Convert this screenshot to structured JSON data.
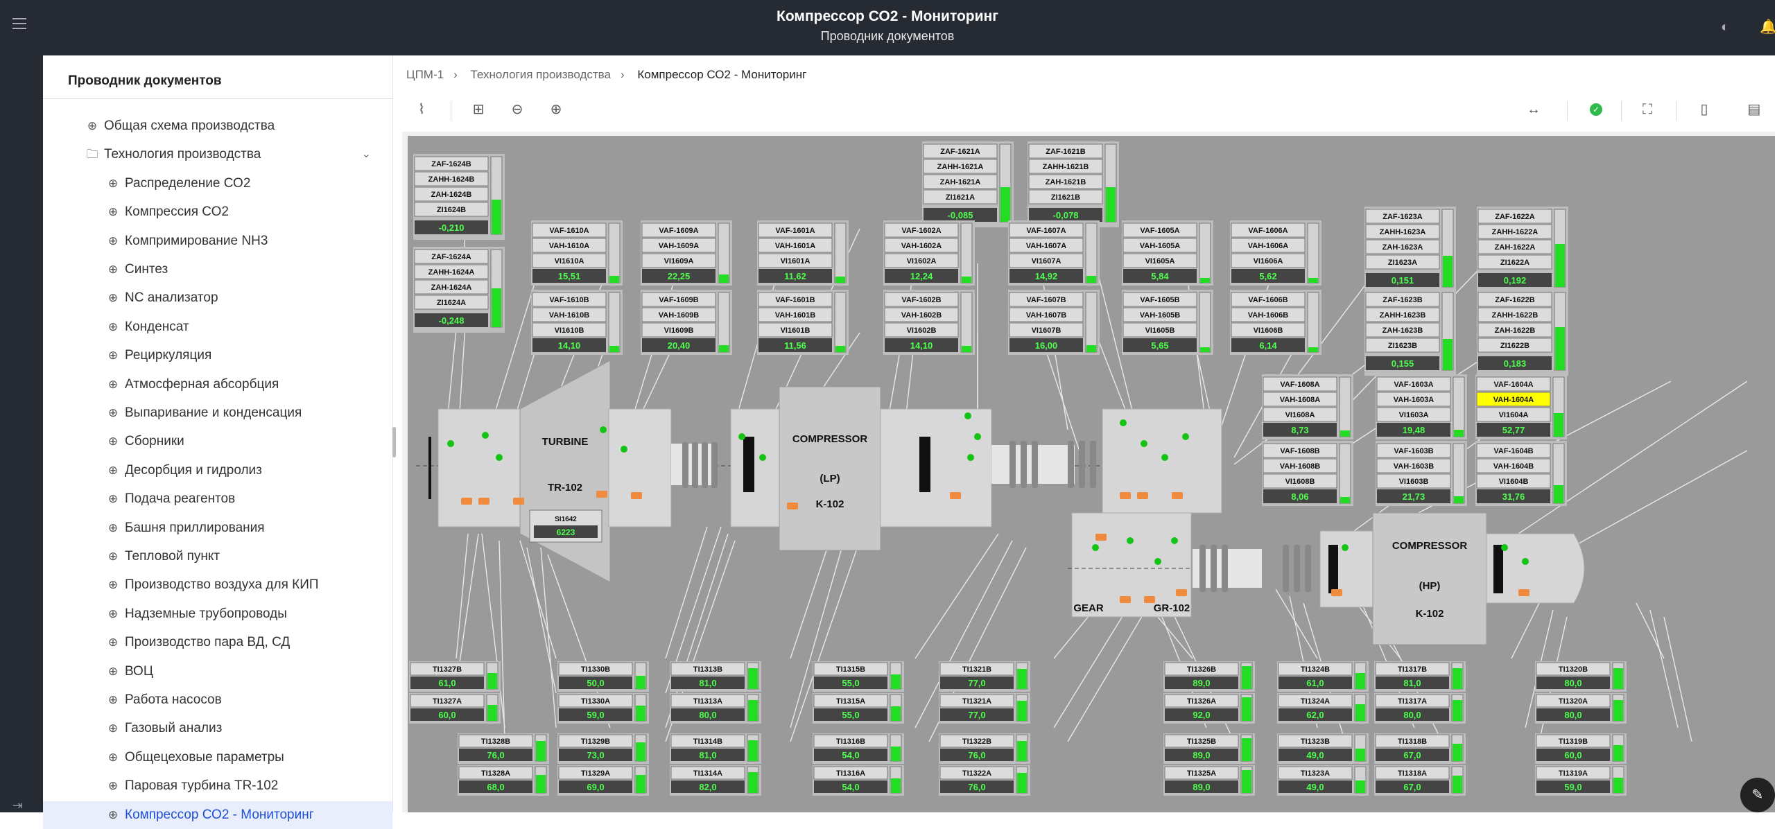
{
  "header": {
    "title": "Компрессор СО2 - Мониторинг",
    "subtitle": "Проводник документов"
  },
  "sidebar": {
    "title": "Проводник документов",
    "items": [
      {
        "label": "Общая схема производства",
        "level": 1,
        "icon": "globe-icon"
      },
      {
        "label": "Технология производства",
        "level": 1,
        "icon": "folder-icon",
        "expanded": true
      },
      {
        "label": "Распределение СО2",
        "level": 2,
        "icon": "globe-icon"
      },
      {
        "label": "Компрессия СО2",
        "level": 2,
        "icon": "globe-icon"
      },
      {
        "label": "Компримирование NH3",
        "level": 2,
        "icon": "globe-icon"
      },
      {
        "label": "Синтез",
        "level": 2,
        "icon": "globe-icon"
      },
      {
        "label": "NC анализатор",
        "level": 2,
        "icon": "globe-icon"
      },
      {
        "label": "Конденсат",
        "level": 2,
        "icon": "globe-icon"
      },
      {
        "label": "Рециркуляция",
        "level": 2,
        "icon": "globe-icon"
      },
      {
        "label": "Атмосферная абсорбция",
        "level": 2,
        "icon": "globe-icon"
      },
      {
        "label": "Выпаривание и конденсация",
        "level": 2,
        "icon": "globe-icon"
      },
      {
        "label": "Сборники",
        "level": 2,
        "icon": "globe-icon"
      },
      {
        "label": "Десорбция и гидролиз",
        "level": 2,
        "icon": "globe-icon"
      },
      {
        "label": "Подача реагентов",
        "level": 2,
        "icon": "globe-icon"
      },
      {
        "label": "Башня приллирования",
        "level": 2,
        "icon": "globe-icon"
      },
      {
        "label": "Тепловой пункт",
        "level": 2,
        "icon": "globe-icon"
      },
      {
        "label": "Производство воздуха для КИП",
        "level": 2,
        "icon": "globe-icon"
      },
      {
        "label": "Надземные трубопроводы",
        "level": 2,
        "icon": "globe-icon"
      },
      {
        "label": "Производство пара ВД, СД",
        "level": 2,
        "icon": "globe-icon"
      },
      {
        "label": "ВОЦ",
        "level": 2,
        "icon": "globe-icon"
      },
      {
        "label": "Работа насосов",
        "level": 2,
        "icon": "globe-icon"
      },
      {
        "label": "Газовый анализ",
        "level": 2,
        "icon": "globe-icon"
      },
      {
        "label": "Общецеховые параметры",
        "level": 2,
        "icon": "globe-icon"
      },
      {
        "label": "Паровая турбина TR-102",
        "level": 2,
        "icon": "globe-icon"
      },
      {
        "label": "Компрессор СО2 - Мониторинг",
        "level": 2,
        "icon": "globe-icon",
        "active": true
      }
    ]
  },
  "breadcrumb": [
    "ЦПМ-1",
    "Технология производства",
    "Компрессор СО2 - Мониторинг"
  ],
  "diagram": {
    "machines": [
      {
        "id": "turbine",
        "lines": [
          "TURBINE",
          "TR-102"
        ]
      },
      {
        "id": "compressor-lp",
        "lines": [
          "COMPRESSOR",
          "(LP)",
          "K-102"
        ]
      },
      {
        "id": "gear",
        "lines": [
          "GEAR",
          "GR-102"
        ]
      },
      {
        "id": "compressor-hp",
        "lines": [
          "COMPRESSOR",
          "(HP)",
          "K-102"
        ]
      }
    ],
    "speed": {
      "tag": "SI1642",
      "value": "6223"
    },
    "thrust_panels": [
      {
        "tags": [
          "ZAF-1624B",
          "ZAHH-1624B",
          "ZAH-1624B",
          "ZI1624B"
        ],
        "value": "-0,210",
        "level": 0.45
      },
      {
        "tags": [
          "ZAF-1624A",
          "ZAHH-1624A",
          "ZAH-1624A",
          "ZI1624A"
        ],
        "value": "-0,248",
        "level": 0.5
      },
      {
        "tags": [
          "ZAF-1621A",
          "ZAHH-1621A",
          "ZAH-1621A",
          "ZI1621A"
        ],
        "value": "-0,085",
        "level": 0.45
      },
      {
        "tags": [
          "ZAF-1621B",
          "ZAHH-1621B",
          "ZAH-1621B",
          "ZI1621B"
        ],
        "value": "-0,078",
        "level": 0.45
      },
      {
        "tags": [
          "ZAF-1623A",
          "ZAHH-1623A",
          "ZAH-1623A",
          "ZI1623A"
        ],
        "value": "0,151",
        "level": 0.4
      },
      {
        "tags": [
          "ZAF-1623B",
          "ZAHH-1623B",
          "ZAH-1623B",
          "ZI1623B"
        ],
        "value": "0,155",
        "level": 0.4
      },
      {
        "tags": [
          "ZAF-1622A",
          "ZAHH-1622A",
          "ZAH-1622A",
          "ZI1622A"
        ],
        "value": "0,192",
        "level": 0.55
      },
      {
        "tags": [
          "ZAF-1622B",
          "ZAHH-1622B",
          "ZAH-1622B",
          "ZI1622B"
        ],
        "value": "0,183",
        "level": 0.55
      }
    ],
    "vibration_panels": [
      {
        "tags": [
          "VAF-1610A",
          "VAH-1610A",
          "VI1610A"
        ],
        "value": "15,51",
        "level": 0.12
      },
      {
        "tags": [
          "VAF-1610B",
          "VAH-1610B",
          "VI1610B"
        ],
        "value": "14,10",
        "level": 0.1
      },
      {
        "tags": [
          "VAF-1609A",
          "VAH-1609A",
          "VI1609A"
        ],
        "value": "22,25",
        "level": 0.14
      },
      {
        "tags": [
          "VAF-1609B",
          "VAH-1609B",
          "VI1609B"
        ],
        "value": "20,40",
        "level": 0.12
      },
      {
        "tags": [
          "VAF-1601A",
          "VAH-1601A",
          "VI1601A"
        ],
        "value": "11,62",
        "level": 0.1
      },
      {
        "tags": [
          "VAF-1601B",
          "VAH-1601B",
          "VI1601B"
        ],
        "value": "11,56",
        "level": 0.1
      },
      {
        "tags": [
          "VAF-1602A",
          "VAH-1602A",
          "VI1602A"
        ],
        "value": "12,24",
        "level": 0.1
      },
      {
        "tags": [
          "VAF-1602B",
          "VAH-1602B",
          "VI1602B"
        ],
        "value": "14,10",
        "level": 0.1
      },
      {
        "tags": [
          "VAF-1607A",
          "VAH-1607A",
          "VI1607A"
        ],
        "value": "14,92",
        "level": 0.12
      },
      {
        "tags": [
          "VAF-1607B",
          "VAH-1607B",
          "VI1607B"
        ],
        "value": "16,00",
        "level": 0.12
      },
      {
        "tags": [
          "VAF-1605A",
          "VAH-1605A",
          "VI1605A"
        ],
        "value": "5,84",
        "level": 0.08
      },
      {
        "tags": [
          "VAF-1605B",
          "VAH-1605B",
          "VI1605B"
        ],
        "value": "5,65",
        "level": 0.08
      },
      {
        "tags": [
          "VAF-1606A",
          "VAH-1606A",
          "VI1606A"
        ],
        "value": "5,62",
        "level": 0.08
      },
      {
        "tags": [
          "VAF-1606B",
          "VAH-1606B",
          "VI1606B"
        ],
        "value": "6,14",
        "level": 0.08
      },
      {
        "tags": [
          "VAF-1608A",
          "VAH-1608A",
          "VI1608A"
        ],
        "value": "8,73",
        "level": 0.1
      },
      {
        "tags": [
          "VAF-1608B",
          "VAH-1608B",
          "VI1608B"
        ],
        "value": "8,06",
        "level": 0.1
      },
      {
        "tags": [
          "VAF-1603A",
          "VAH-1603A",
          "VI1603A"
        ],
        "value": "19,48",
        "level": 0.12
      },
      {
        "tags": [
          "VAF-1603B",
          "VAH-1603B",
          "VI1603B"
        ],
        "value": "21,73",
        "level": 0.12
      },
      {
        "tags": [
          "VAF-1604A",
          "VAH-1604A",
          "VI1604A"
        ],
        "value": "52,77",
        "level": 0.4,
        "alarm": 1
      },
      {
        "tags": [
          "VAF-1604B",
          "VAH-1604B",
          "VI1604B"
        ],
        "value": "31,76",
        "level": 0.3
      }
    ],
    "temperature_panels": [
      {
        "tag": "TI1327B",
        "value": "61,0",
        "level": 0.6
      },
      {
        "tag": "TI1327A",
        "value": "60,0",
        "level": 0.6
      },
      {
        "tag": "TI1328B",
        "value": "76,0",
        "level": 0.75
      },
      {
        "tag": "TI1328A",
        "value": "68,0",
        "level": 0.68
      },
      {
        "tag": "TI1330B",
        "value": "50,0",
        "level": 0.5
      },
      {
        "tag": "TI1330A",
        "value": "59,0",
        "level": 0.59
      },
      {
        "tag": "TI1329B",
        "value": "73,0",
        "level": 0.72
      },
      {
        "tag": "TI1329A",
        "value": "69,0",
        "level": 0.68
      },
      {
        "tag": "TI1313B",
        "value": "81,0",
        "level": 0.8
      },
      {
        "tag": "TI1313A",
        "value": "80,0",
        "level": 0.8
      },
      {
        "tag": "TI1314B",
        "value": "81,0",
        "level": 0.8
      },
      {
        "tag": "TI1314A",
        "value": "82,0",
        "level": 0.8
      },
      {
        "tag": "TI1315B",
        "value": "55,0",
        "level": 0.55
      },
      {
        "tag": "TI1315A",
        "value": "55,0",
        "level": 0.55
      },
      {
        "tag": "TI1316B",
        "value": "54,0",
        "level": 0.54
      },
      {
        "tag": "TI1316A",
        "value": "54,0",
        "level": 0.54
      },
      {
        "tag": "TI1321B",
        "value": "77,0",
        "level": 0.76
      },
      {
        "tag": "TI1321A",
        "value": "77,0",
        "level": 0.76
      },
      {
        "tag": "TI1322B",
        "value": "76,0",
        "level": 0.75
      },
      {
        "tag": "TI1322A",
        "value": "76,0",
        "level": 0.75
      },
      {
        "tag": "TI1326B",
        "value": "89,0",
        "level": 0.88
      },
      {
        "tag": "TI1326A",
        "value": "92,0",
        "level": 0.9
      },
      {
        "tag": "TI1325B",
        "value": "89,0",
        "level": 0.88
      },
      {
        "tag": "TI1325A",
        "value": "89,0",
        "level": 0.88
      },
      {
        "tag": "TI1324B",
        "value": "61,0",
        "level": 0.6
      },
      {
        "tag": "TI1324A",
        "value": "62,0",
        "level": 0.62
      },
      {
        "tag": "TI1323B",
        "value": "49,0",
        "level": 0.48
      },
      {
        "tag": "TI1323A",
        "value": "49,0",
        "level": 0.48
      },
      {
        "tag": "TI1317B",
        "value": "81,0",
        "level": 0.8
      },
      {
        "tag": "TI1317A",
        "value": "80,0",
        "level": 0.8
      },
      {
        "tag": "TI1318B",
        "value": "67,0",
        "level": 0.66
      },
      {
        "tag": "TI1318A",
        "value": "67,0",
        "level": 0.66
      },
      {
        "tag": "TI1320B",
        "value": "80,0",
        "level": 0.8
      },
      {
        "tag": "TI1320A",
        "value": "80,0",
        "level": 0.8
      },
      {
        "tag": "TI1319B",
        "value": "60,0",
        "level": 0.6
      },
      {
        "tag": "TI1319A",
        "value": "59,0",
        "level": 0.58
      }
    ]
  },
  "colors": {
    "header_bg": "#252a33",
    "canvas_bg": "#9a9a9a",
    "value_green": "#4cff4c",
    "bar_green": "#22dd22",
    "alarm_yellow": "#ffff00",
    "panel_bg": "#dcdcdc",
    "active_item": "#e8eefc"
  }
}
